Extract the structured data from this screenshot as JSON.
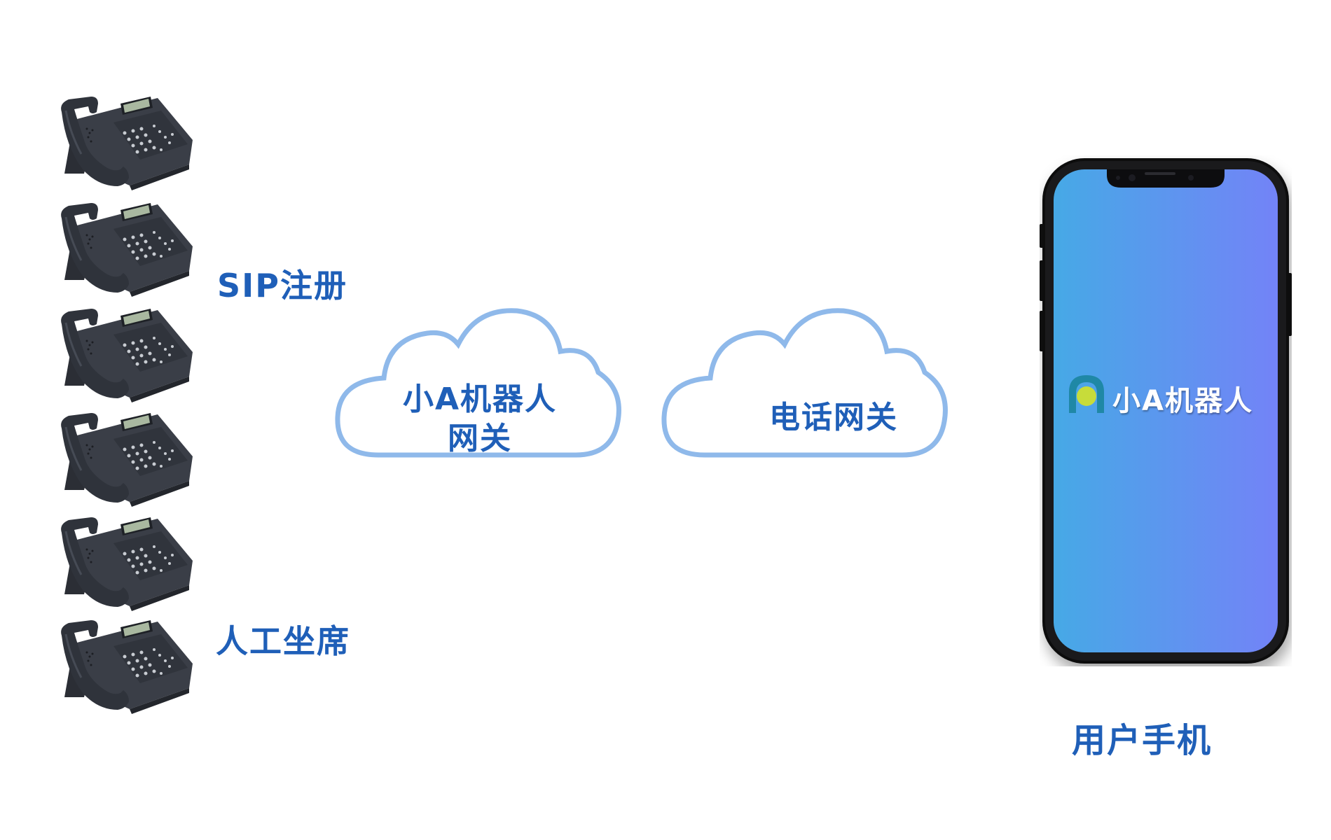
{
  "labels": {
    "sip": "SIP注册",
    "agent": "人工坐席",
    "user_phone": "用户手机"
  },
  "clouds": {
    "robot_gateway_line1": "小A机器人",
    "robot_gateway_line2": "网关",
    "phone_gateway": "电话网关"
  },
  "app": {
    "name": "小A机器人"
  },
  "colors": {
    "label": "#1f5fb8",
    "cloud_stroke": "#8fb9ea",
    "screen_left": "#46a9e6",
    "screen_right": "#7383f7",
    "logo_ring": "#1f88a6",
    "logo_dot": "#c7dc3a"
  },
  "icons": [
    "desk-phone-icon",
    "cloud-icon",
    "smartphone-icon",
    "app-logo-icon"
  ]
}
